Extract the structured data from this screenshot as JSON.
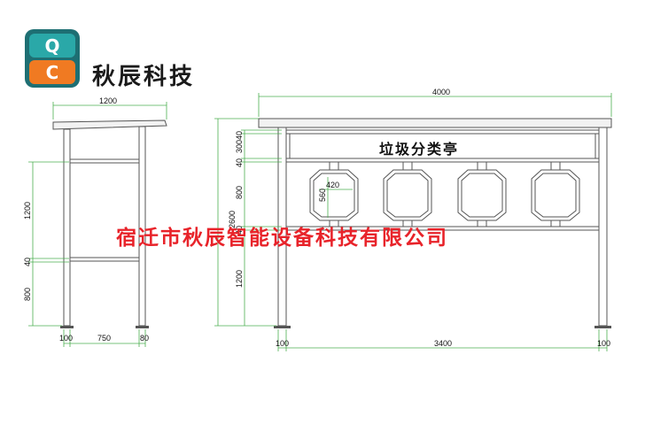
{
  "brand": {
    "logo_letters": [
      "Q",
      "C"
    ],
    "name": "秋辰科技",
    "colors": {
      "logo_outer": "#1e6f73",
      "logo_teal": "#2aa8a8",
      "logo_orange": "#f07a22"
    }
  },
  "watermark": "宿迁市秋辰智能设备科技有限公司",
  "sign_text": "垃圾分类亭",
  "side_view": {
    "top_width": "1200",
    "heights": [
      "1200",
      "40",
      "800"
    ],
    "bottom": [
      "100",
      "750",
      "80"
    ]
  },
  "front_view": {
    "top_width": "4000",
    "left_heights": [
      "40",
      "300",
      "40",
      "800",
      "40",
      "1200"
    ],
    "total_height": "2600",
    "window_width": "420",
    "window_height": "560",
    "bottom": [
      "100",
      "3400",
      "100"
    ]
  },
  "colors": {
    "dimension_line": "#4caf50",
    "watermark": "#e8232a",
    "frame": "#555555"
  }
}
